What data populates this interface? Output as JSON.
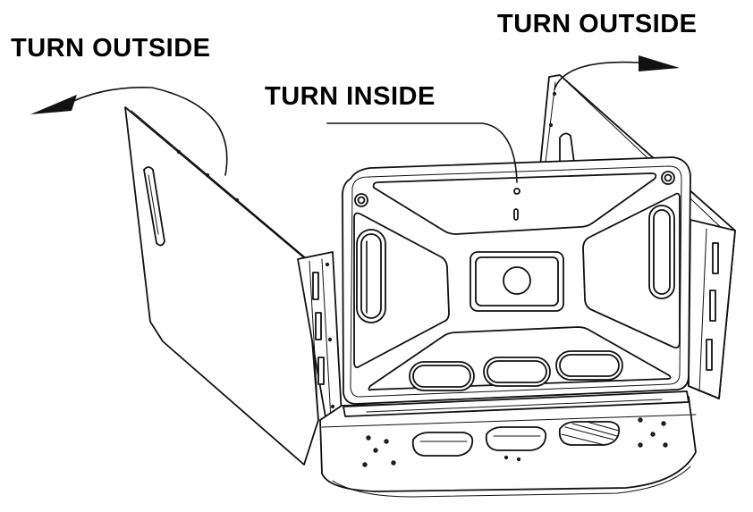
{
  "labels": {
    "turn_outside_left": "TURN OUTSIDE",
    "turn_outside_right": "TURN OUTSIDE",
    "turn_inside": "TURN INSIDE"
  },
  "colors": {
    "line": "#111111",
    "background": "#ffffff"
  }
}
